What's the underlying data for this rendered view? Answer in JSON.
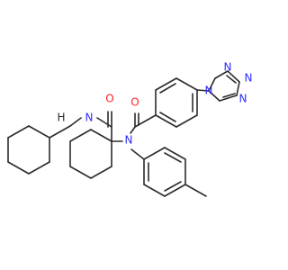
{
  "molecule": {
    "atom_labels": {
      "amide_n": "N",
      "amide_h": "H",
      "amide_o": "O",
      "central_n": "N",
      "benzoyl_o": "O",
      "tz_n1": "N",
      "tz_n2": "N",
      "tz_n3": "N",
      "tz_n4": "N"
    },
    "colors": {
      "bond": "#2b2b2b",
      "nitrogen": "#2c2cff",
      "oxygen": "#ff2020",
      "background": "#ffffff"
    }
  }
}
